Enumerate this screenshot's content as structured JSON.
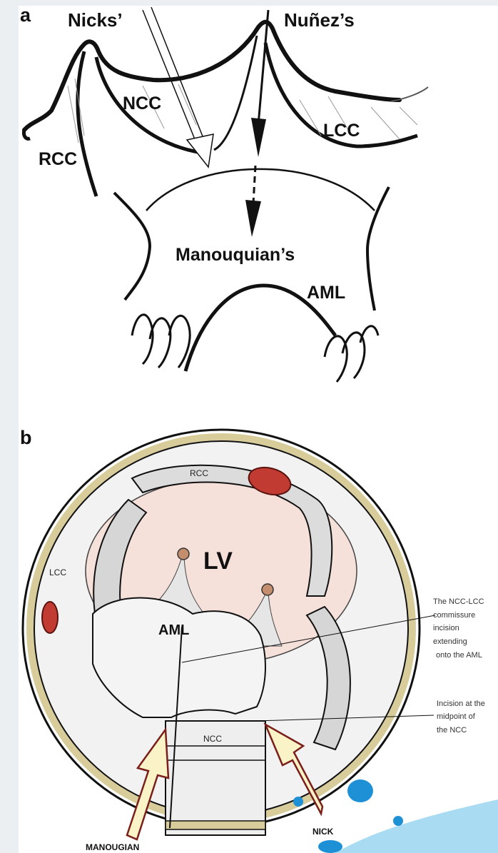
{
  "panel_a": {
    "letter": "a",
    "labels": {
      "nicks": "Nicks’",
      "nunez": "Nuñez’s",
      "ncc": "NCC",
      "lcc": "LCC",
      "rcc": "RCC",
      "manouquian": "Manouquian’s",
      "aml": "AML"
    }
  },
  "panel_b": {
    "letter": "b",
    "labels": {
      "rcc": "RCC",
      "lcc": "LCC",
      "lv": "LV",
      "aml": "AML",
      "ncc": "NCC",
      "manougian": "MANOUGIAN",
      "nick": "NICK"
    },
    "annotations": {
      "commissure": [
        "The NCC-LCC",
        "commissure",
        "incision",
        "extending",
        "onto the AML"
      ],
      "midpoint": [
        "Incision at the",
        "midpoint of",
        "the NCC"
      ]
    }
  },
  "colors": {
    "background": "#ffffff",
    "strip": "#eceff1",
    "ink": "#111111",
    "ring": "#d8cc9a",
    "lv_fill": "#f6e0da",
    "coronary": "#c23b32",
    "arrow_fill": "#fbf3c8",
    "arrow_stroke": "#7a1f1a",
    "blue": "#1e90d6",
    "light_blue": "#a9dcf3"
  }
}
